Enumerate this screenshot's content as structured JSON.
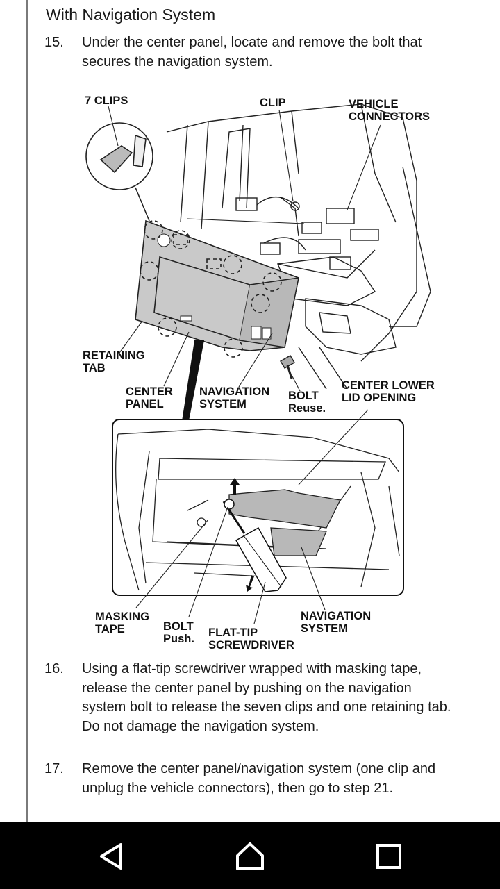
{
  "document": {
    "section_title": "With Navigation System",
    "steps": [
      {
        "number": "15.",
        "text": "Under the center panel, locate and remove the bolt that secures the navigation system."
      },
      {
        "number": "16.",
        "text": "Using a flat-tip screwdriver wrapped with masking tape, release the center panel by pushing on the navigation system bolt to release the seven clips and one retaining tab. Do not damage the navigation system."
      },
      {
        "number": "17.",
        "text": "Remove the center panel/navigation system (one clip and unplug the vehicle connectors), then go to step 21."
      }
    ]
  },
  "figure_labels": {
    "seven_clips": "7 CLIPS",
    "clip": "CLIP",
    "vehicle_connectors": "VEHICLE\nCONNECTORS",
    "retaining_tab": "RETAINING\nTAB",
    "center_panel": "CENTER\nPANEL",
    "navigation_system_top": "NAVIGATION\nSYSTEM",
    "bolt_reuse": "BOLT\nReuse.",
    "center_lower_lid_opening": "CENTER LOWER\nLID OPENING",
    "masking_tape": "MASKING\nTAPE",
    "bolt_push": "BOLT\nPush.",
    "flat_tip_screwdriver": "FLAT-TIP\nSCREWDRIVER",
    "navigation_system_bottom": "NAVIGATION\nSYSTEM"
  },
  "navbar": {
    "back_icon": "back-triangle-icon",
    "home_icon": "home-icon",
    "recents_icon": "recents-square-icon"
  }
}
